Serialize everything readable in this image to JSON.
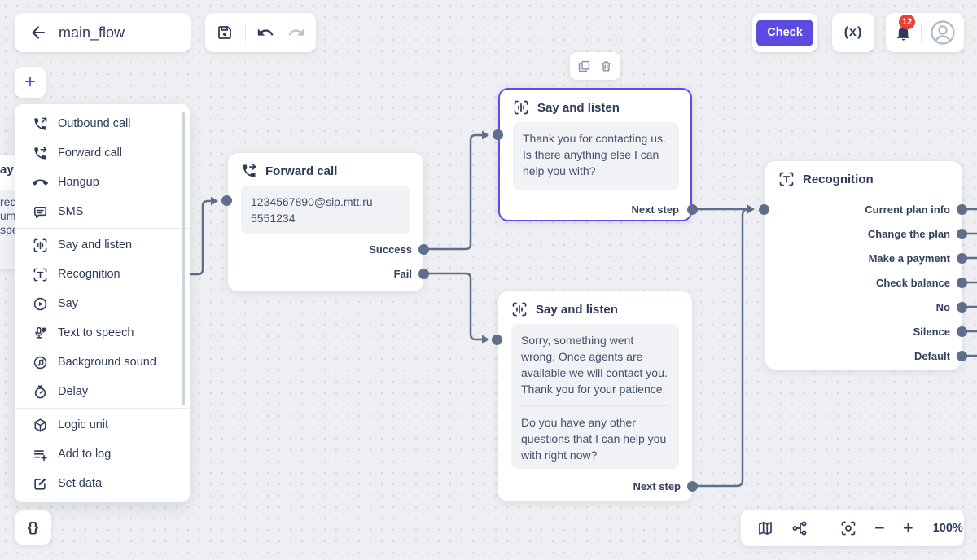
{
  "header": {
    "flow_title": "main_flow",
    "check_label": "Check",
    "variables_label": "(x)",
    "notification_count": "12",
    "json_label": "{}",
    "plus_label": "+"
  },
  "palette": {
    "groups": [
      {
        "items": [
          {
            "label": "Outbound call"
          },
          {
            "label": "Forward call"
          },
          {
            "label": "Hangup"
          },
          {
            "label": "SMS"
          }
        ]
      },
      {
        "items": [
          {
            "label": "Say and listen"
          },
          {
            "label": "Recognition"
          },
          {
            "label": "Say"
          },
          {
            "label": "Text to speech"
          },
          {
            "label": "Background sound"
          },
          {
            "label": "Delay"
          }
        ]
      },
      {
        "items": [
          {
            "label": "Logic unit"
          },
          {
            "label": "Add to log"
          },
          {
            "label": "Set data"
          }
        ]
      }
    ]
  },
  "canvas": {
    "hidden_node": {
      "title_fragment": "ay",
      "lines": [
        "req",
        "um",
        "spe"
      ]
    },
    "forward_call": {
      "title": "Forward call",
      "value": "1234567890@sip.mtt.ru 5551234",
      "ports": [
        "Success",
        "Fail"
      ]
    },
    "say_listen_top": {
      "title": "Say and listen",
      "text": "Thank you for contacting us. Is there anything else I can help you with?",
      "port": "Next step"
    },
    "say_listen_bottom": {
      "title": "Say and listen",
      "text1": "Sorry, something went wrong. Once agents are available we will contact you. Thank you for your patience.",
      "text2": "Do you have any other questions that I can help you with right now?",
      "port": "Next step"
    },
    "recognition": {
      "title": "Recognition",
      "ports": [
        "Current plan info",
        "Change the plan",
        "Make a payment",
        "Check balance",
        "No",
        "Silence",
        "Default"
      ]
    }
  },
  "zoombar": {
    "zoom_level": "100%"
  },
  "colors": {
    "accent_purple": "#5b4be0",
    "selection_purple": "#6747ec",
    "edge_slate": "#5f6f8a",
    "badge_red": "#e8403a",
    "canvas_bg": "#edeff2"
  }
}
